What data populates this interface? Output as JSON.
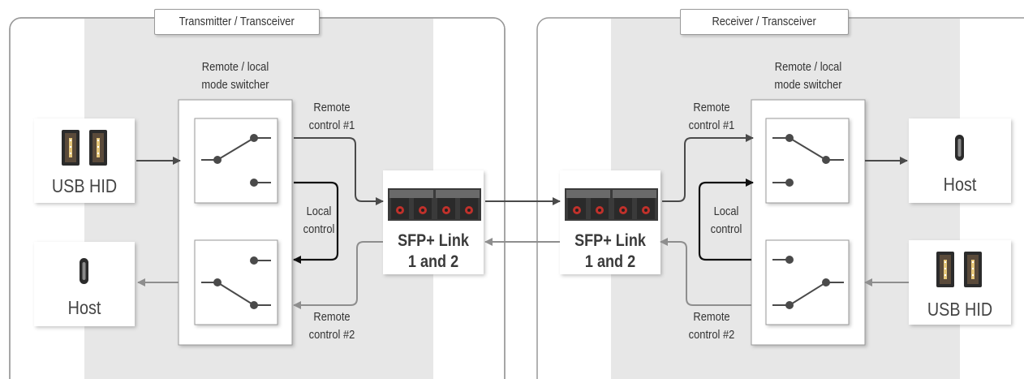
{
  "left_panel": {
    "title": "Transmitter / Transceiver",
    "switcher_label": [
      "Remote / local",
      "mode switcher"
    ],
    "remote1": [
      "Remote",
      "control #1"
    ],
    "remote2": [
      "Remote",
      "control #2"
    ],
    "local": [
      "Local",
      "control"
    ],
    "usb_label": "USB HID",
    "host_label": "Host",
    "sfp": [
      "SFP+ Link",
      "1 and 2"
    ]
  },
  "right_panel": {
    "title": "Receiver / Transceiver",
    "switcher_label": [
      "Remote / local",
      "mode switcher"
    ],
    "remote1": [
      "Remote",
      "control #1"
    ],
    "remote2": [
      "Remote",
      "control #2"
    ],
    "local": [
      "Local",
      "control"
    ],
    "usb_label": "USB HID",
    "host_label": "Host",
    "sfp": [
      "SFP+ Link",
      "1 and 2"
    ]
  },
  "colors": {
    "panel_band": "#e7e7e7",
    "dark_line": "#4a4a4a",
    "light_line": "#8e8e8e",
    "local_line": "#111111"
  }
}
